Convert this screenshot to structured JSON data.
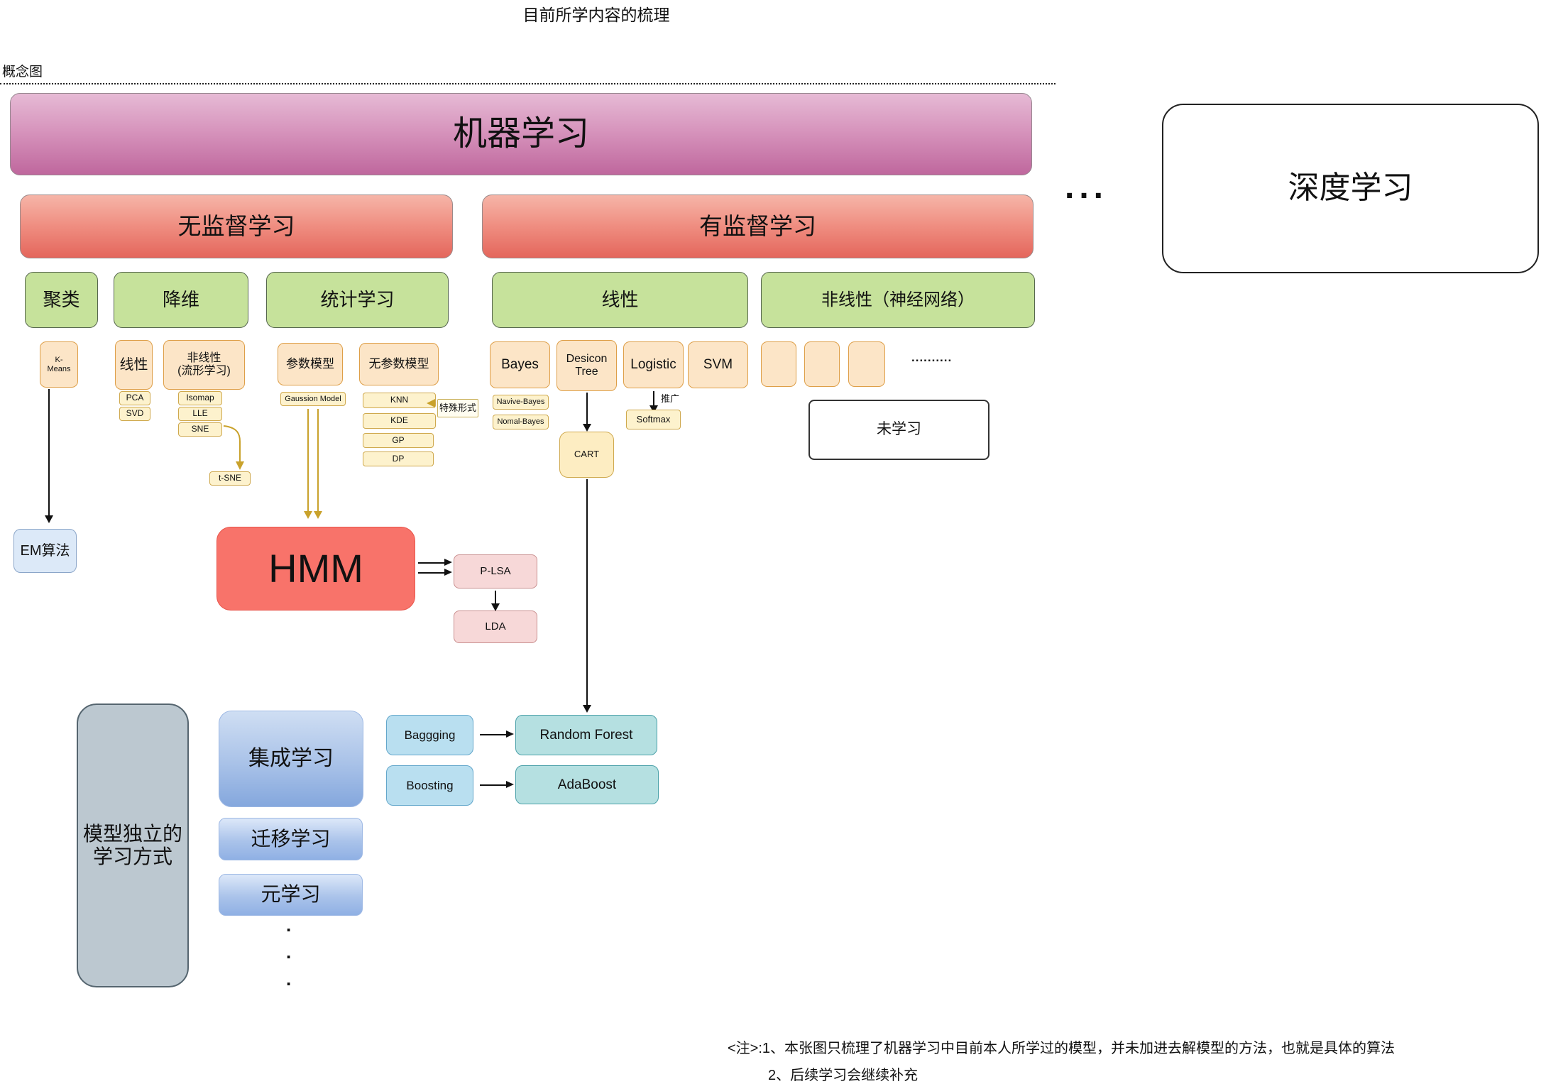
{
  "header": {
    "title": "目前所学内容的梳理",
    "section_label": "概念图"
  },
  "root": {
    "ml": "机器学习",
    "ellipsis": "...",
    "deep_learning": "深度学习"
  },
  "branches": {
    "unsupervised": "无监督学习",
    "supervised": "有监督学习"
  },
  "unsupervised": {
    "clustering": {
      "title": "聚类",
      "kmeans": "K-\nMeans",
      "em": "EM算法"
    },
    "dim_reduction": {
      "title": "降维",
      "linear": {
        "title": "线性",
        "items": [
          "PCA",
          "SVD"
        ]
      },
      "nonlinear": {
        "title": "非线性\n(流形学习)",
        "items": [
          "Isomap",
          "LLE",
          "SNE"
        ],
        "tsne": "t-SNE"
      }
    },
    "statistical": {
      "title": "统计学习",
      "parametric": {
        "title": "参数模型",
        "item": "Gaussion Model"
      },
      "nonparametric": {
        "title": "无参数模型",
        "items": [
          "KNN",
          "KDE",
          "GP",
          "DP"
        ],
        "special_form": "特殊形式"
      },
      "hmm": "HMM",
      "plsa": "P-LSA",
      "lda": "LDA"
    }
  },
  "supervised": {
    "linear": {
      "title": "线性",
      "bayes": {
        "title": "Bayes",
        "items": [
          "Navive-Bayes",
          "Nomal-Bayes"
        ]
      },
      "decision_tree": {
        "title": "Desicon\nTree",
        "cart": "CART"
      },
      "logistic": {
        "title": "Logistic",
        "generalize": "推广",
        "softmax": "Softmax"
      },
      "svm": "SVM"
    },
    "nonlinear": {
      "title": "非线性（神经网络）",
      "ellipsis": "..........",
      "not_learned": "未学习"
    }
  },
  "model_independent": {
    "title": "模型独立的\n学习方式",
    "ensemble": {
      "title": "集成学习",
      "bagging": "Baggging",
      "boosting": "Boosting",
      "random_forest": "Random Forest",
      "adaboost": "AdaBoost"
    },
    "transfer": "迁移学习",
    "meta": "元学习",
    "vdots": [
      ".",
      ".",
      "."
    ]
  },
  "notes": {
    "line1": "<注>:1、本张图只梳理了机器学习中目前本人所学过的模型，并未加进去解模型的方法，也就是具体的算法",
    "line2": "2、后续学习会继续补充"
  },
  "colors": {
    "root_box_bottom": "#bf679d",
    "branch_box_bottom": "#e4665c",
    "category_box": "#c6e29b",
    "model_box": "#fce5c7",
    "label_box": "#fdf2cd",
    "hmm_box": "#f8736a",
    "em_box": "#dce9f8",
    "plsa_box": "#f7d8d8",
    "gray_box": "#bcc8d0",
    "ensemble_box_bottom": "#84a7dd",
    "bagging_box": "#b9dff0",
    "forest_box": "#b5e0e1",
    "arrow_gold": "#c9a22c",
    "arrow_black": "#111111"
  }
}
